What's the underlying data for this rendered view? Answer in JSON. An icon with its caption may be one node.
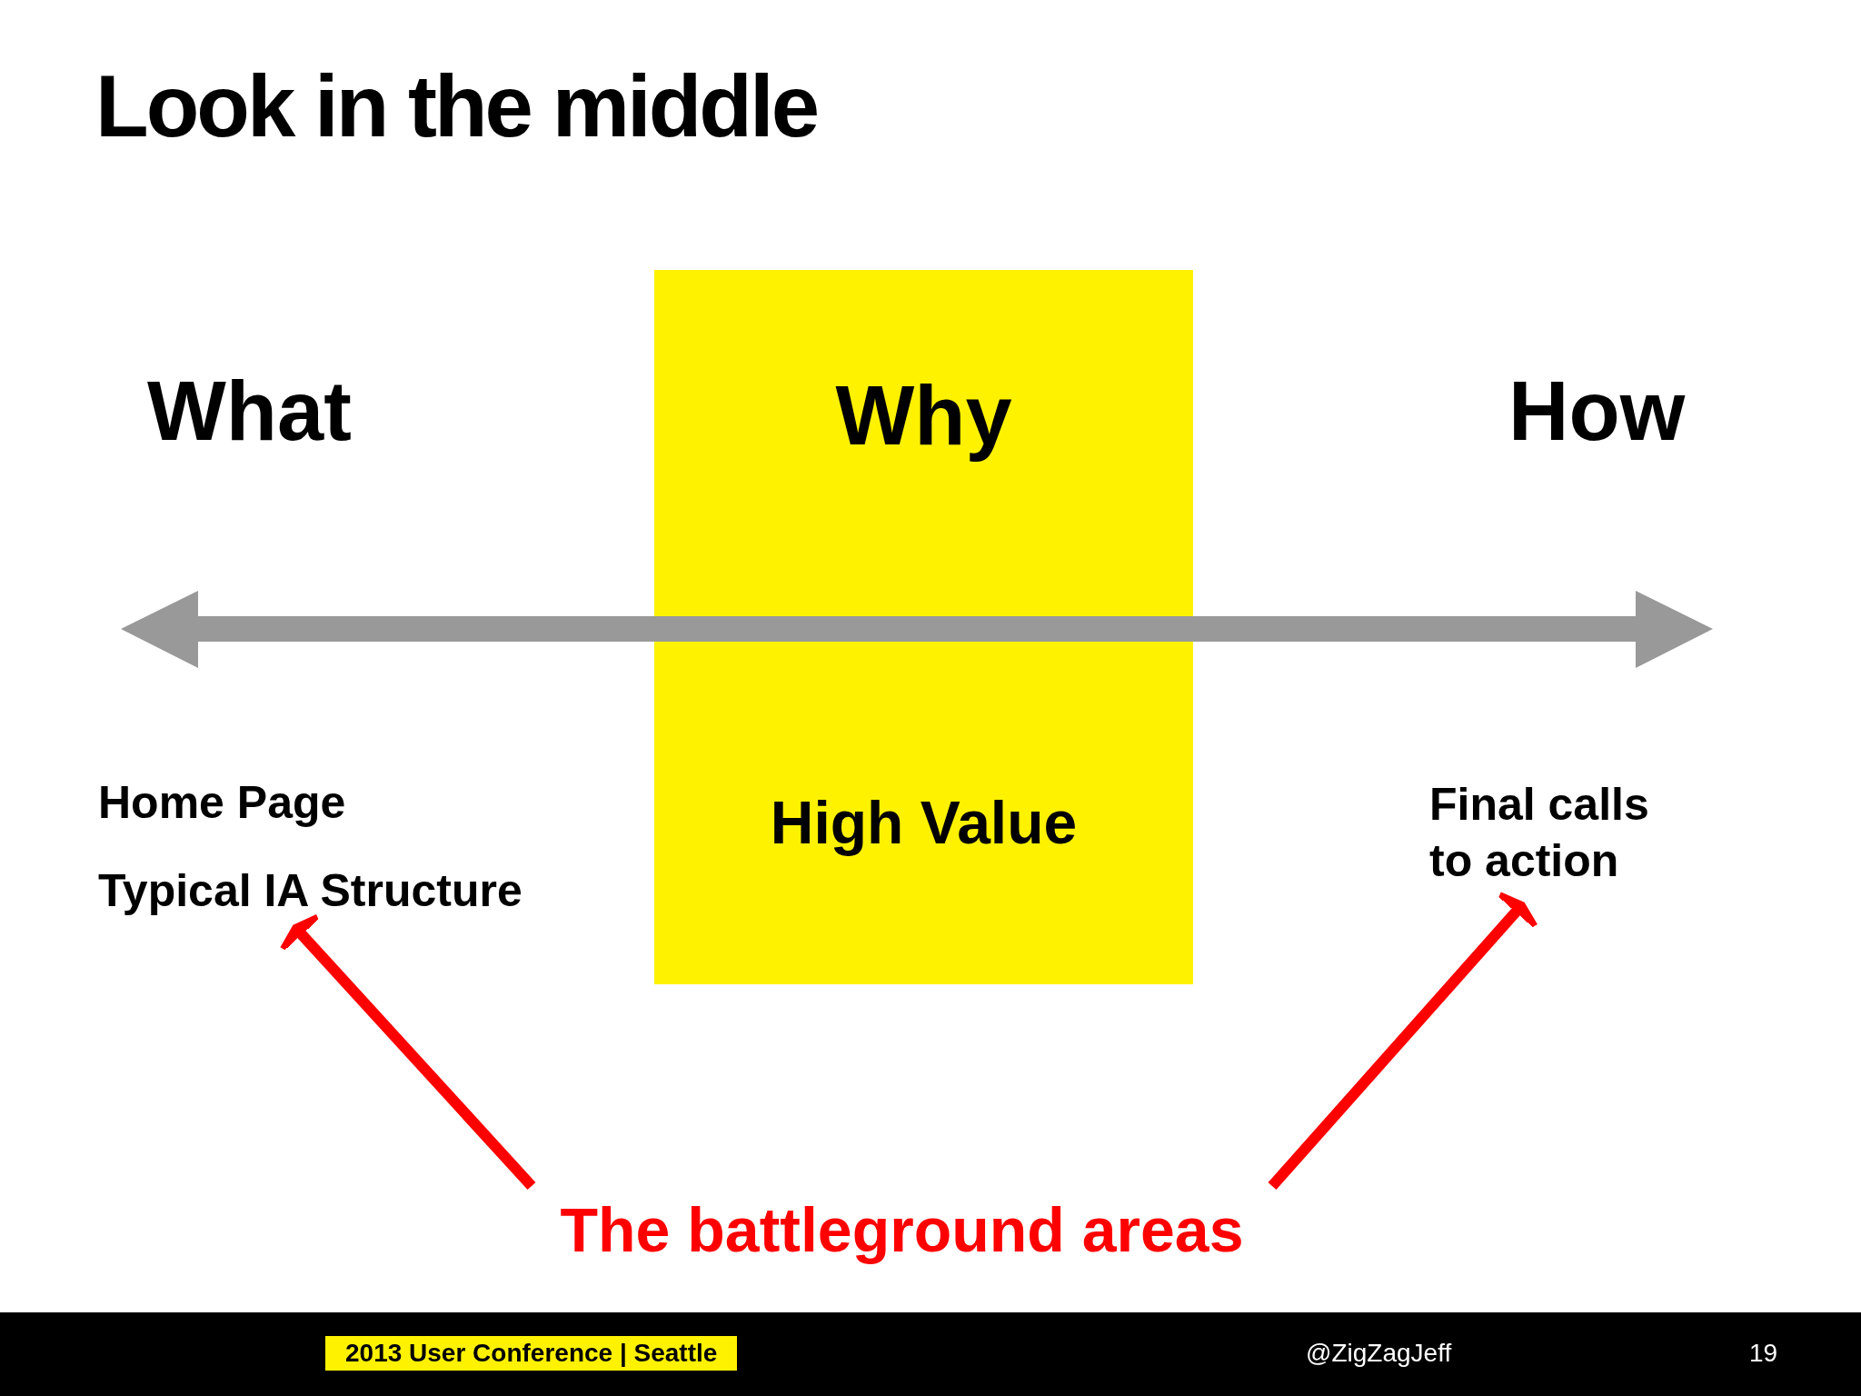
{
  "diagram": {
    "title": "Look in the middle",
    "nodes": [
      {
        "text": [
          "Why",
          "High Value"
        ]
      },
      {
        "text": [
          "Typical IA Structure"
        ]
      },
      {
        "text": [
          "Final calls to action"
        ]
      },
      {
        "text": [
          "The battleground areas"
        ]
      }
    ],
    "edges": [
      {
        "from": 3,
        "to": 1,
        "arrow": "to"
      },
      {
        "from": 3,
        "to": 2,
        "arrow": "to"
      }
    ],
    "labels": [
      "What",
      "How",
      "Home Page",
      "2013 User Conference | Seattle",
      "@ZigZagJeff",
      "19"
    ]
  }
}
